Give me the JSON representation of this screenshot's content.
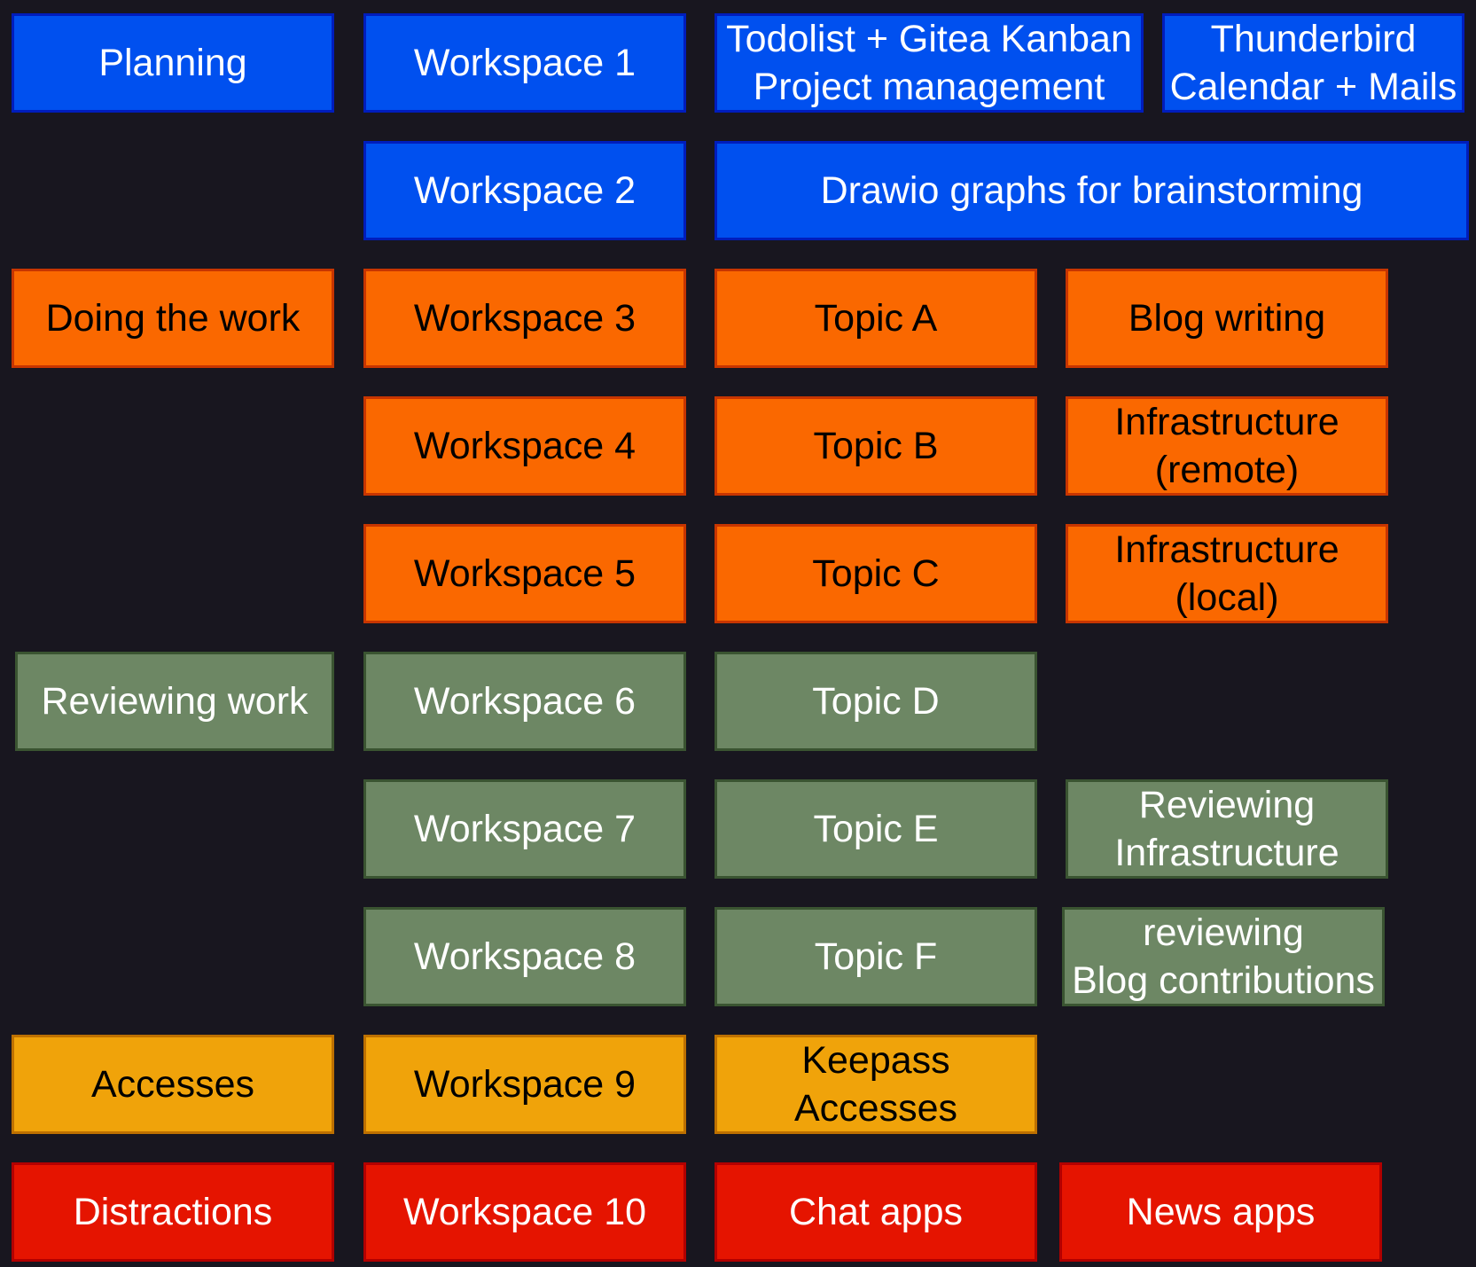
{
  "colors": {
    "background": "#18161f",
    "planning": "#0050ef",
    "doing": "#fa6800",
    "reviewing": "#6d8764",
    "accesses": "#f0a30a",
    "distractions": "#e51400"
  },
  "categories": {
    "planning": "Planning",
    "doing": "Doing the work",
    "reviewing": "Reviewing work",
    "accesses": "Accesses",
    "distractions": "Distractions"
  },
  "workspaces": [
    "Workspace 1",
    "Workspace 2",
    "Workspace 3",
    "Workspace 4",
    "Workspace 5",
    "Workspace 6",
    "Workspace 7",
    "Workspace 8",
    "Workspace 9",
    "Workspace 10"
  ],
  "contents": {
    "ws1_a": "Todolist + Gitea Kanban\nProject management",
    "ws1_b": "Thunderbird\nCalendar + Mails",
    "ws2_a": "Drawio graphs for brainstorming",
    "ws3_a": "Topic A",
    "ws3_b": "Blog writing",
    "ws4_a": "Topic B",
    "ws4_b": "Infrastructure\n(remote)",
    "ws5_a": "Topic C",
    "ws5_b": "Infrastructure\n(local)",
    "ws6_a": "Topic D",
    "ws7_a": "Topic E",
    "ws7_b": "Reviewing\nInfrastructure",
    "ws8_a": "Topic F",
    "ws8_b": "reviewing\nBlog contributions",
    "ws9_a": "Keepass\nAccesses",
    "ws10_a": "Chat apps",
    "ws10_b": "News apps"
  }
}
